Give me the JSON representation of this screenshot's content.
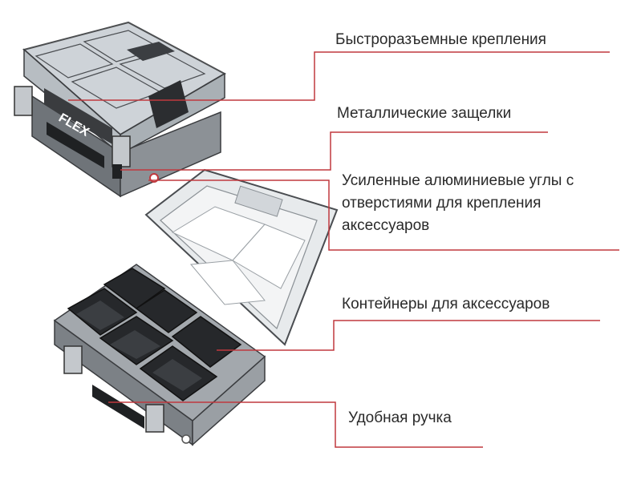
{
  "callouts": [
    {
      "text": "Быстроразъемные крепления"
    },
    {
      "text": "Металлические защелки"
    },
    {
      "text_lines": [
        "Усиленные алюминиевые углы с",
        "отверстиями для крепления",
        "аксессуаров"
      ]
    },
    {
      "text": "Контейнеры для аксессуаров"
    },
    {
      "text": "Удобная ручка"
    }
  ],
  "colors": {
    "leader_line": "#c0393e",
    "label_text": "#2a2a2a",
    "case_body": "#8c9196",
    "case_dark": "#2b2d30",
    "lid_clear": "#dfe3e6"
  }
}
